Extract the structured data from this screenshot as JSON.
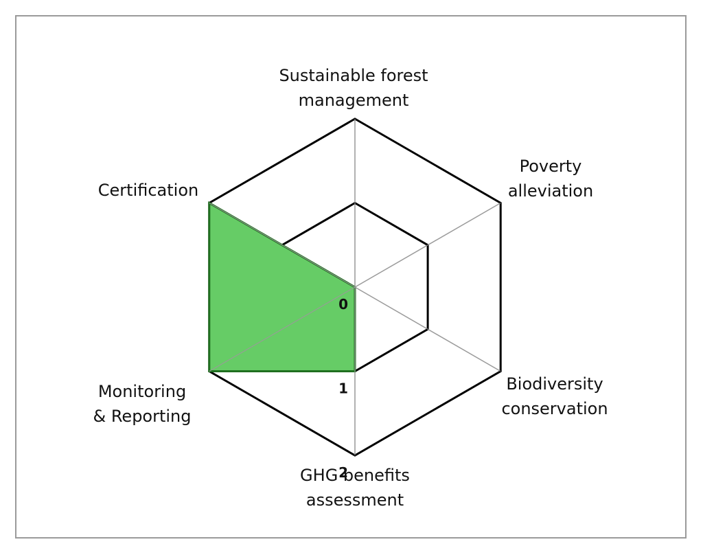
{
  "chart_data": {
    "type": "radar",
    "axes": [
      {
        "label_lines": [
          "Sustainable forest",
          "management"
        ]
      },
      {
        "label_lines": [
          "Poverty",
          "alleviation"
        ]
      },
      {
        "label_lines": [
          "Biodiversity",
          "conservation"
        ]
      },
      {
        "label_lines": [
          "GHG benefits",
          "assessment"
        ]
      },
      {
        "label_lines": [
          "Monitoring",
          "& Reporting"
        ]
      },
      {
        "label_lines": [
          "Certification"
        ]
      }
    ],
    "series": [
      {
        "values": [
          0,
          0,
          0,
          1,
          2,
          2
        ],
        "fill_color": "#66cc66",
        "line_color": "#1f6f1f"
      }
    ],
    "scale": {
      "min": 0,
      "max": 2,
      "ticks": [
        "0",
        "1",
        "2"
      ]
    },
    "grid": true
  }
}
